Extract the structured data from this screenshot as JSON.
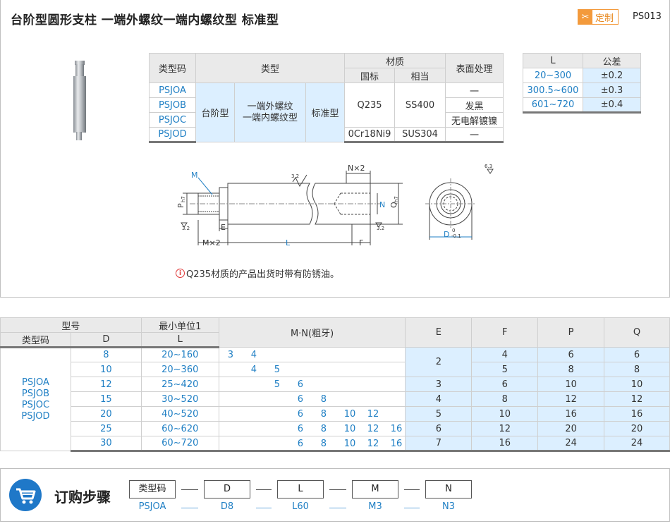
{
  "header": {
    "title": "台阶型圆形支柱  一端外螺纹一端内螺纹型  标准型",
    "custom_label": "定制",
    "product_code": "PS013"
  },
  "spec_table": {
    "h_type_code": "类型码",
    "h_type": "类型",
    "h_material": "材质",
    "h_national": "国标",
    "h_equivalent": "相当",
    "h_surface": "表面处理",
    "codes": [
      "PSJOA",
      "PSJOB",
      "PSJOC",
      "PSJOD"
    ],
    "type_a": "台阶型",
    "type_b": "一端外螺纹\n一端内螺纹型",
    "type_c": "标准型",
    "mat1_nat": "Q235",
    "mat1_eq": "SS400",
    "mat2_nat": "0Cr18Ni9",
    "mat2_eq": "SUS304",
    "surfaces": [
      "一",
      "发黑",
      "无电解镀镍",
      "一"
    ]
  },
  "tolerance_table": {
    "h_l": "L",
    "h_tol": "公差",
    "rows": [
      {
        "l": "20~300",
        "tol": "±0.2"
      },
      {
        "l": "300.5~600",
        "tol": "±0.3"
      },
      {
        "l": "601~720",
        "tol": "±0.4"
      }
    ]
  },
  "drawing": {
    "m": "M",
    "nx2": "N×2",
    "n": "N",
    "p": "P",
    "p_sub": "h7",
    "q": "Q",
    "q_sub": "h7",
    "e": "E",
    "mx2": "M×2",
    "l": "L",
    "f": "F",
    "d": "D",
    "d_upper": "0",
    "d_lower": "-0.1",
    "rough_32": "3.2",
    "rough_63": "6.3"
  },
  "note": {
    "icon": "i",
    "text": "Q235材质的产品出货时带有防锈油。"
  },
  "dim_table": {
    "h_model": "型号",
    "h_min_unit": "最小单位1",
    "h_mn": "M·N(粗牙)",
    "h_e": "E",
    "h_f": "F",
    "h_p": "P",
    "h_q": "Q",
    "h_type_code": "类型码",
    "h_d": "D",
    "h_l": "L",
    "codes": [
      "PSJOA",
      "PSJOB",
      "PSJOC",
      "PSJOD"
    ],
    "rows": [
      {
        "d": "8",
        "l": "20~160",
        "mn": [
          "3",
          "4"
        ],
        "mn_start": 0,
        "e": "2",
        "f": "4",
        "p": "6",
        "q": "6"
      },
      {
        "d": "10",
        "l": "20~360",
        "mn": [
          "4",
          "5"
        ],
        "mn_start": 1,
        "e": "",
        "f": "5",
        "p": "8",
        "q": "8"
      },
      {
        "d": "12",
        "l": "25~420",
        "mn": [
          "5",
          "6"
        ],
        "mn_start": 2,
        "e": "3",
        "f": "6",
        "p": "10",
        "q": "10"
      },
      {
        "d": "15",
        "l": "30~520",
        "mn": [
          "6",
          "8"
        ],
        "mn_start": 3,
        "e": "4",
        "f": "8",
        "p": "12",
        "q": "12"
      },
      {
        "d": "20",
        "l": "40~520",
        "mn": [
          "6",
          "8",
          "10",
          "12"
        ],
        "mn_start": 3,
        "e": "5",
        "f": "10",
        "p": "16",
        "q": "16"
      },
      {
        "d": "25",
        "l": "60~620",
        "mn": [
          "6",
          "8",
          "10",
          "12",
          "16"
        ],
        "mn_start": 3,
        "e": "6",
        "f": "12",
        "p": "20",
        "q": "20"
      },
      {
        "d": "30",
        "l": "60~720",
        "mn": [
          "6",
          "8",
          "10",
          "12",
          "16"
        ],
        "mn_start": 3,
        "e": "7",
        "f": "16",
        "p": "24",
        "q": "24"
      }
    ]
  },
  "ordering": {
    "title": "订购步骤",
    "fields": [
      "类型码",
      "D",
      "L",
      "M",
      "N"
    ],
    "values": [
      "PSJOA",
      "D8",
      "L60",
      "M3",
      "N3"
    ]
  },
  "colors": {
    "accent_blue": "#1f7fc4",
    "light_blue": "#dcefff",
    "header_gray": "#eaeaea",
    "badge_orange": "#f39a3c",
    "cart_blue": "#1f78c8"
  }
}
